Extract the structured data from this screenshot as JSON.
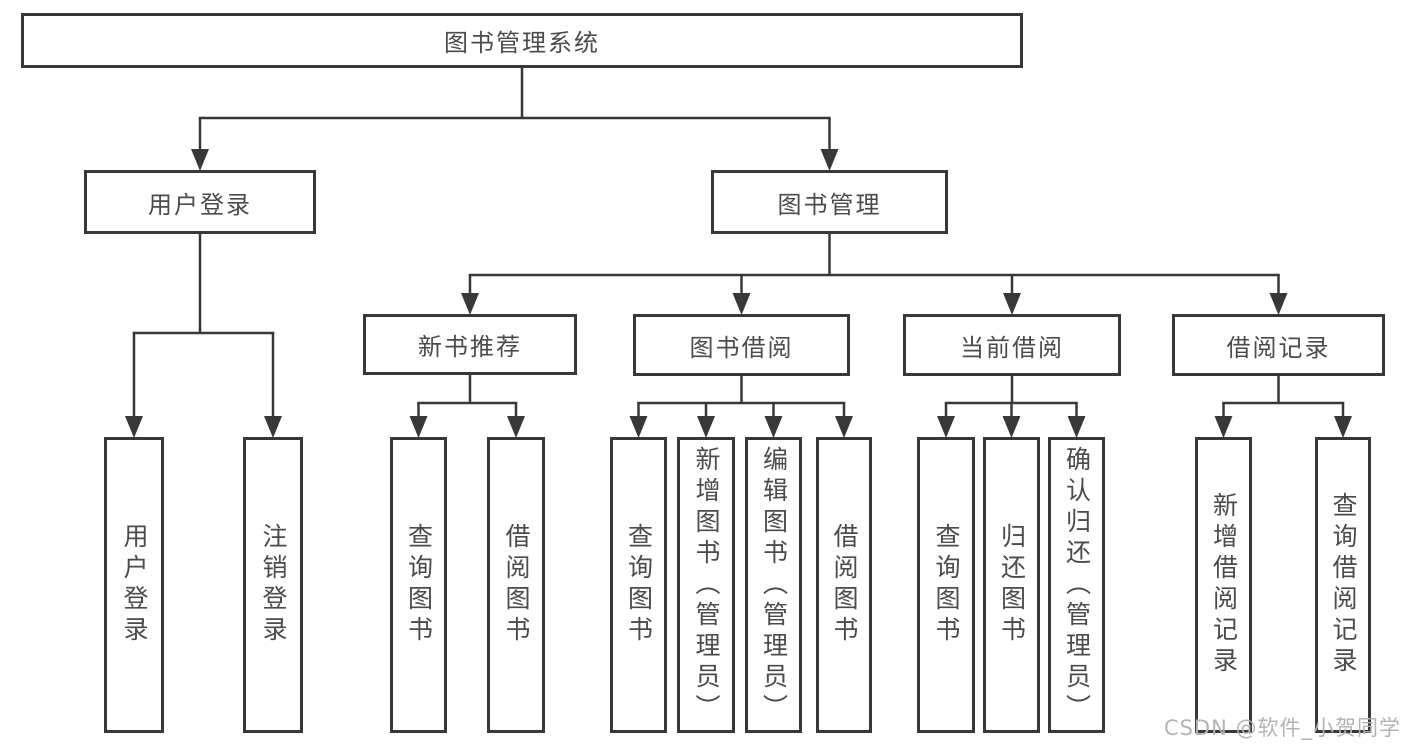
{
  "diagram": {
    "type": "hierarchy-tree",
    "title": "图书管理系统"
  },
  "nodes": {
    "root": "图书管理系统",
    "user_login": "用户登录",
    "book_mgmt": "图书管理",
    "login_leaf": "用户登录",
    "logout_leaf": "注销登录",
    "new_rec": "新书推荐",
    "borrow": "图书借阅",
    "current": "当前借阅",
    "records": "借阅记录",
    "rec_query": "查询图书",
    "rec_borrow": "借阅图书",
    "bor_query": "查询图书",
    "bor_add": "新增图书（管理员）",
    "bor_edit": "编辑图书（管理员）",
    "bor_borrow": "借阅图书",
    "cur_query": "查询图书",
    "cur_return": "归还图书",
    "cur_confirm": "确认归还（管理员）",
    "recd_add": "新增借阅记录",
    "recd_query": "查询借阅记录"
  },
  "edges": [
    {
      "from": "root",
      "to": [
        "user_login",
        "book_mgmt"
      ]
    },
    {
      "from": "user_login",
      "to": [
        "login_leaf",
        "logout_leaf"
      ]
    },
    {
      "from": "book_mgmt",
      "to": [
        "new_rec",
        "borrow",
        "current",
        "records"
      ]
    },
    {
      "from": "new_rec",
      "to": [
        "rec_query",
        "rec_borrow"
      ]
    },
    {
      "from": "borrow",
      "to": [
        "bor_query",
        "bor_add",
        "bor_edit",
        "bor_borrow"
      ]
    },
    {
      "from": "current",
      "to": [
        "cur_query",
        "cur_return",
        "cur_confirm"
      ]
    },
    {
      "from": "records",
      "to": [
        "recd_add",
        "recd_query"
      ]
    }
  ],
  "watermark": {
    "text": "CSDN @软件_小贺同学"
  },
  "colors": {
    "line": "#383838",
    "border": "#383838",
    "text": "#4b4b4b",
    "watermark": "#b3b3b3",
    "background": "#ffffff"
  }
}
